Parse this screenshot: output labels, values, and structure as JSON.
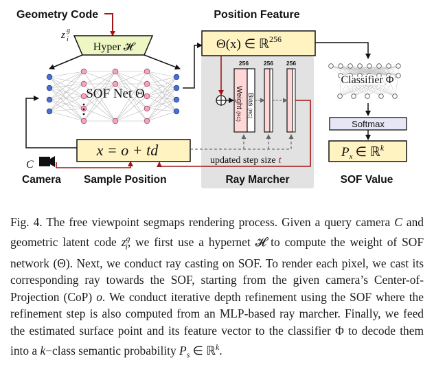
{
  "figure": {
    "geometry_code_label": "Geometry Code",
    "latent_code": "z",
    "latent_sup": "g",
    "latent_sub": "i",
    "hyper_label": "Hyper 𝓗",
    "sof_net_label": "SOF Net Θ",
    "camera_symbol": "C",
    "camera_label": "Camera",
    "sample_position_label": "Sample Position",
    "equation": "x = o + td⃗",
    "position_feature_title": "Position Feature",
    "position_feature_expr": "Θ(x) ∈ ℝ",
    "position_feature_sup": "256",
    "ray_marcher_label": "Ray Marcher",
    "layer_widths": [
      "256",
      "256",
      "256"
    ],
    "weight_label": "Weight",
    "weight_sub": "(RC)",
    "bias_label": "Bias",
    "bias_sub": "(RC)",
    "updated_step": "updated step size",
    "step_symbol": "t",
    "classifier_label": "Classifier Φ",
    "softmax_label": "Softmax",
    "sof_value_title": "SOF Value",
    "sof_value_expr": "P",
    "sof_value_sub": "x",
    "sof_value_rest": "∈ ℝ",
    "sof_value_sup": "k",
    "plus_symbol": "⊕"
  },
  "caption": {
    "fig_label": "Fig. 4.",
    "t1": "The free viewpoint segmaps rendering process. Given a query camera",
    "C": "C",
    "t2": "and geometric latent code",
    "z": "z",
    "zsup": "g",
    "zsub": "i",
    "t3": ", we first use a hypernet",
    "H": "𝓗",
    "t4": "to compute the weight of SOF network (Θ). Next, we conduct ray casting on SOF. To render each pixel, we cast its corresponding ray towards the SOF, starting from the given camera’s Center-of-Projection (CoP)",
    "o": "o",
    "t5": ". We conduct iterative depth refinement using the SOF where the refinement step is also computed from an MLP-based ray marcher. Finally, we feed the estimated surface point and its feature vector to the classifier Φ to decode them into a",
    "k": "k",
    "t6": "−class semantic probability",
    "Ps": "P",
    "Ps_sub": "s",
    "t7": "∈ ℝ",
    "Ps_sup": "k",
    "t8": "."
  }
}
